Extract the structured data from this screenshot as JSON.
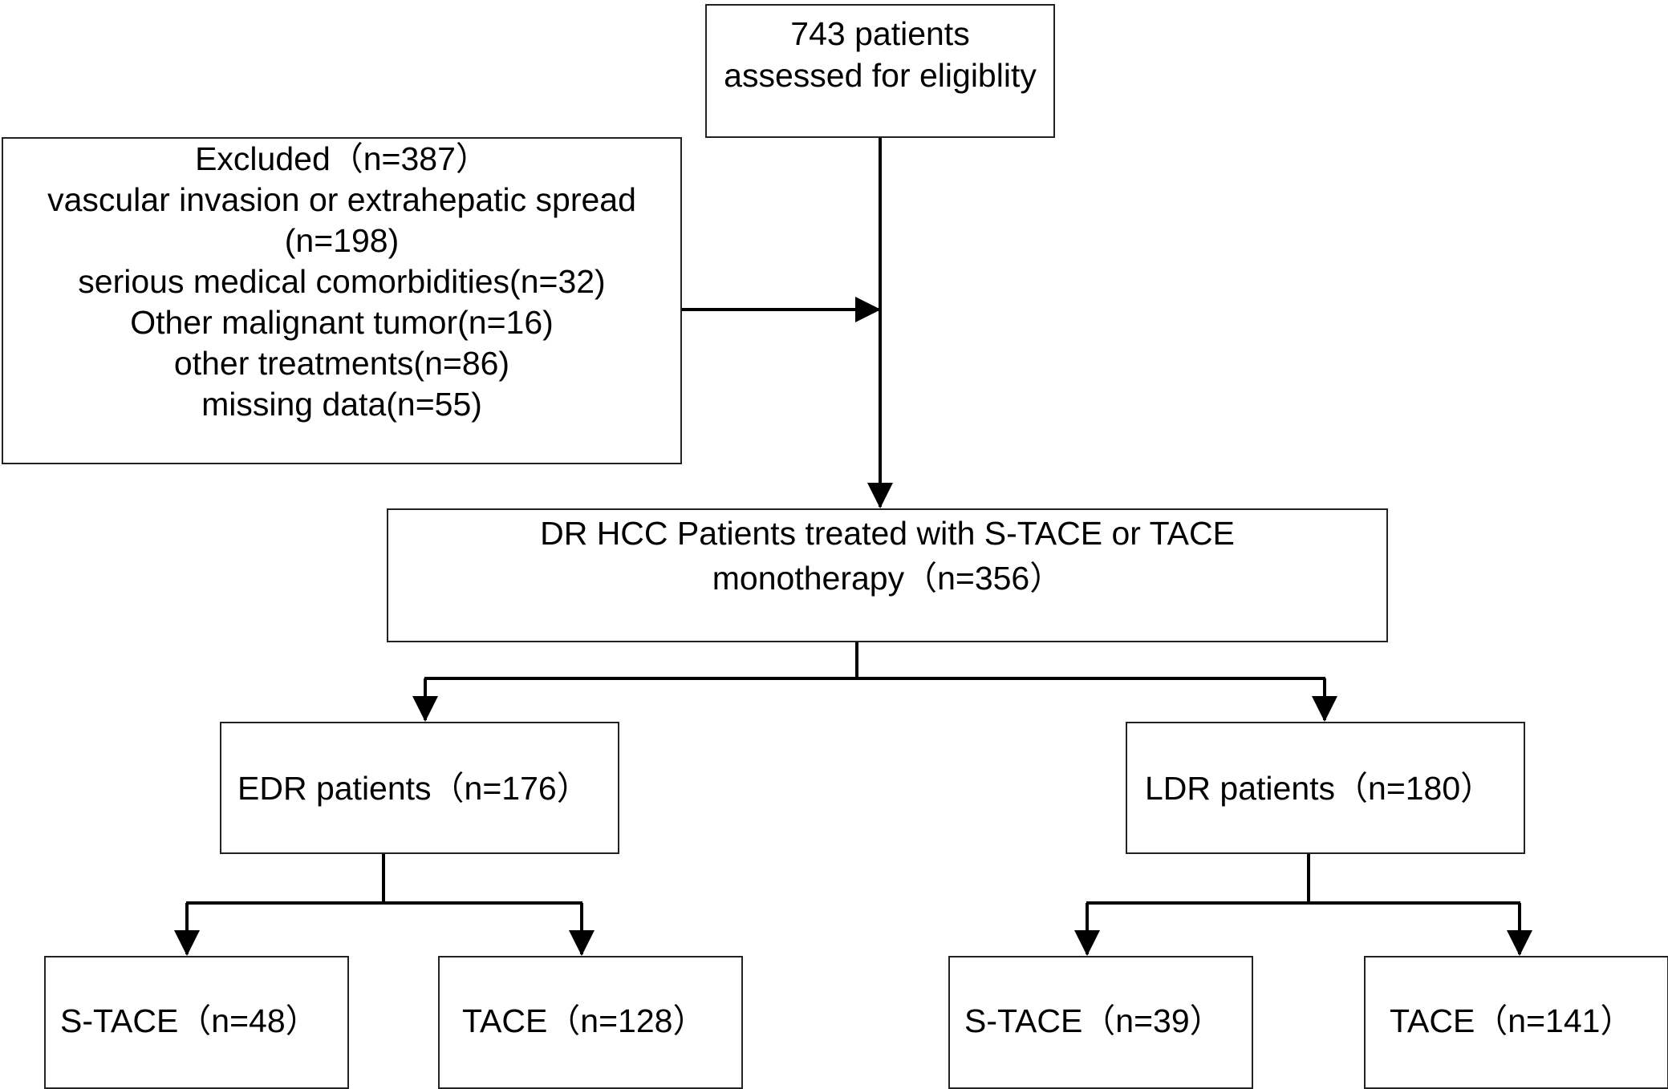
{
  "diagram": {
    "start": {
      "lines": [
        "743 patients",
        "assessed for eligiblity"
      ]
    },
    "excluded": {
      "lines": [
        "Excluded（n=387）",
        "vascular invasion or extrahepatic spread",
        "(n=198)",
        "serious medical comorbidities(n=32)",
        "Other malignant tumor(n=16)",
        "other treatments(n=86)",
        "missing data(n=55)"
      ]
    },
    "cohort": {
      "lines": [
        "DR HCC Patients treated with S-TACE or TACE",
        "monotherapy（n=356）"
      ]
    },
    "edr": {
      "label": "EDR patients（n=176）"
    },
    "ldr": {
      "label": "LDR patients（n=180）"
    },
    "edr_stace": {
      "label": "S-TACE（n=48）"
    },
    "edr_tace": {
      "label": "TACE（n=128）"
    },
    "ldr_stace": {
      "label": "S-TACE（n=39）"
    },
    "ldr_tace": {
      "label": "TACE（n=141）"
    }
  }
}
